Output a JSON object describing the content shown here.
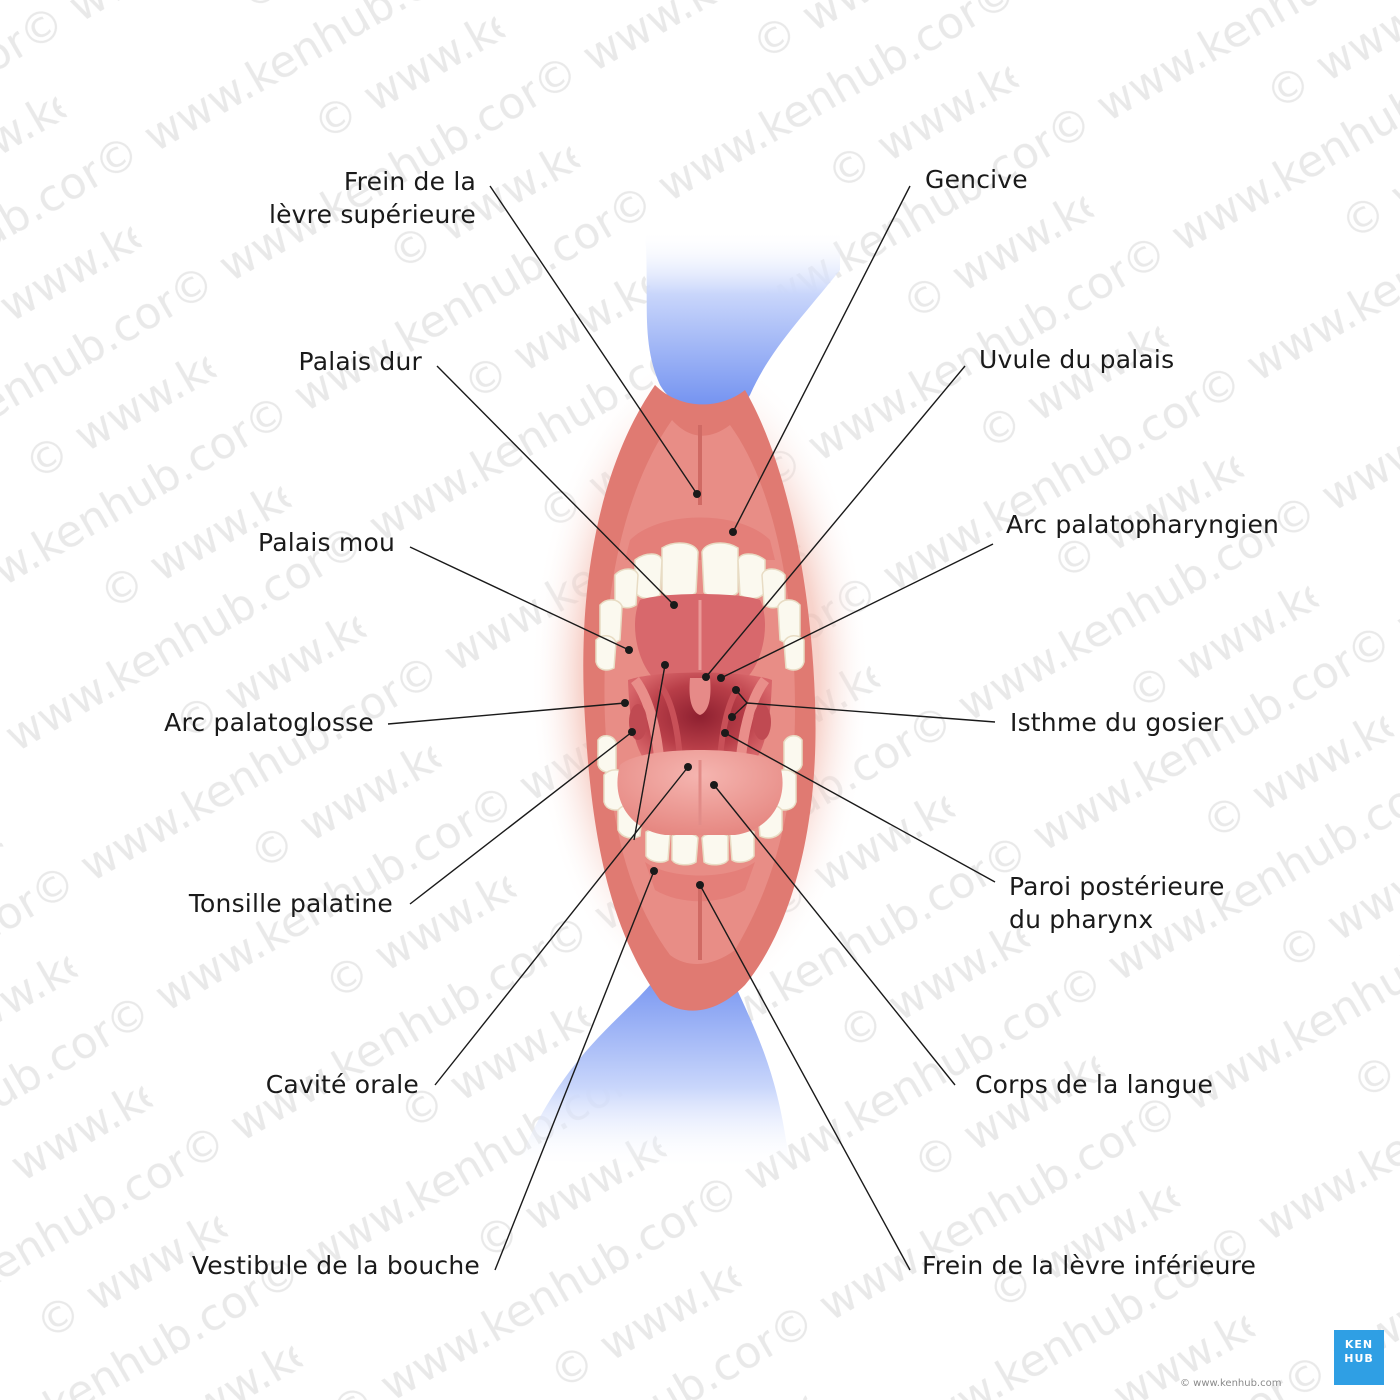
{
  "labels": {
    "frein_levre_superieure": [
      "Frein de la",
      "lèvre supérieure"
    ],
    "gencive": "Gencive",
    "palais_dur": "Palais dur",
    "uvule_du_palais": "Uvule du palais",
    "palais_mou": "Palais mou",
    "arc_palatopharyngien": "Arc palatopharyngien",
    "arc_palatoglosse": "Arc palatoglosse",
    "isthme_du_gosier": "Isthme du gosier",
    "tonsille_palatine": "Tonsille palatine",
    "paroi_posterieure_pharynx": [
      "Paroi postérieure",
      "du pharynx"
    ],
    "cavite_orale": "Cavité orale",
    "corps_de_la_langue": "Corps de la langue",
    "vestibule_de_la_bouche": "Vestibule de la bouche",
    "frein_levre_inferieure": "Frein de la lèvre inférieure"
  },
  "watermark": {
    "text": "© www.kenhub.com"
  },
  "logo": {
    "line1": "KEN",
    "line2": "HUB"
  },
  "copyright": "© www.kenhub.com",
  "colors": {
    "lip": "#e07a72",
    "mucosa": "#e88d86",
    "throat": "#b83e48",
    "tongue": "#f0a4a0",
    "teeth": "#fbf9ef",
    "glove": "#6f8ff0",
    "leader": "#1a1a1a",
    "brand": "#2f9fe4"
  }
}
